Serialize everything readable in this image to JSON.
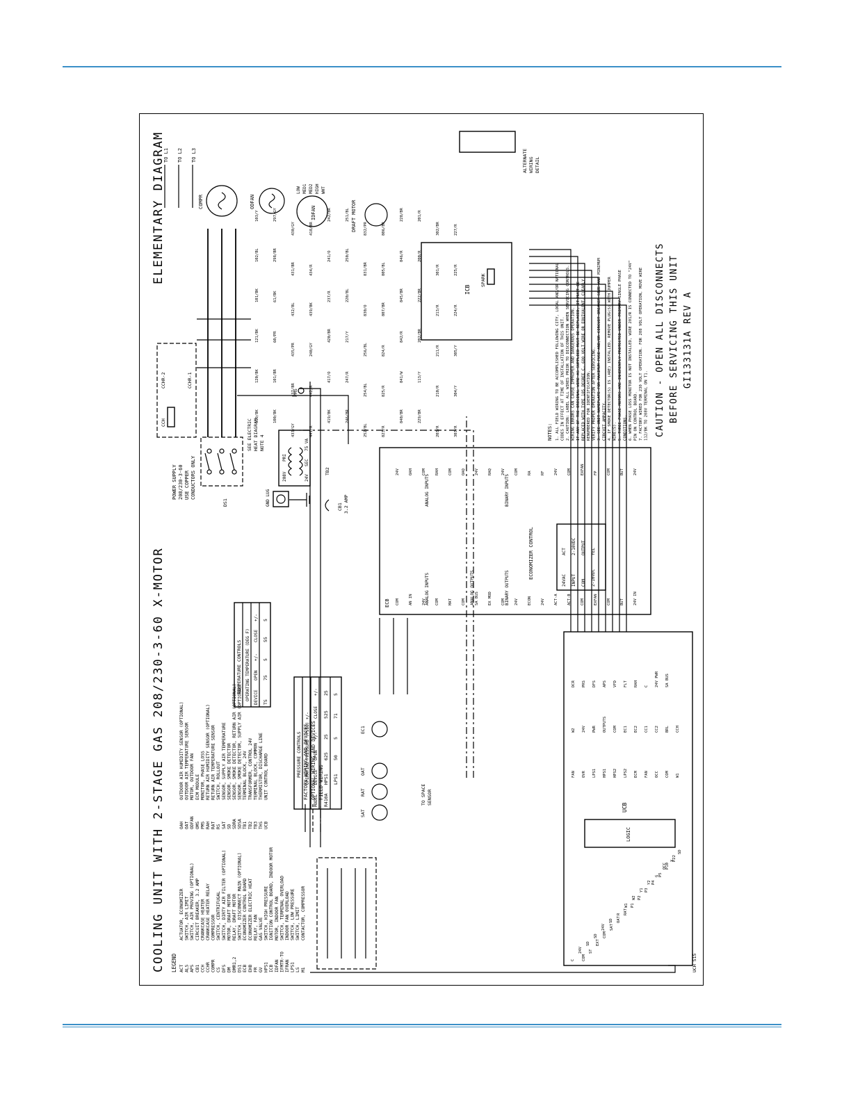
{
  "diagram": {
    "title": "COOLING UNIT WITH 2-STAGE GAS 208/230-3-60 X-MOTOR",
    "header": "ELEMENTARY DIAGRAM",
    "legend": {
      "heading": "LEGEND",
      "col1": [
        {
          "code": "ACT",
          "desc": "ACTUATOR, ECONOMIZER"
        },
        {
          "code": "ALS",
          "desc": "SWITCH, AIR LIMIT"
        },
        {
          "code": "APS",
          "desc": "SWITCH, AIR PROVING (OPTIONAL)"
        },
        {
          "code": "CB1",
          "desc": "CIRCUIT BREAKER, 3.2 AMP"
        },
        {
          "code": "CCH",
          "desc": "CRANKCASE HEATER"
        },
        {
          "code": "CCHR",
          "desc": "CRANKCASE HEATER RELAY"
        },
        {
          "code": "COMPR",
          "desc": "COMPRESSOR"
        },
        {
          "code": "CS",
          "desc": "SWITCH, CENTRIFUGAL"
        },
        {
          "code": "DFS",
          "desc": "SWITCH, DIRTY AIR FILTER (OPTIONAL)"
        },
        {
          "code": "DM",
          "desc": "MOTOR, DRAFT MOTOR"
        },
        {
          "code": "DMR1,2",
          "desc": "RELAY, DRAFT MOTOR"
        },
        {
          "code": "DS1",
          "desc": "SWITCH, DISCONNECT MAIN (OPTIONAL)"
        },
        {
          "code": "ECB",
          "desc": "ECONOMIZER CONTROL BOARD"
        },
        {
          "code": "EHB",
          "desc": "ECONOMIZER ELECTRIC HEAT"
        },
        {
          "code": "FR",
          "desc": "RELAY, FAN"
        },
        {
          "code": "GV",
          "desc": "GAS VALVE"
        },
        {
          "code": "HPS1",
          "desc": "SWITCH, HIGH PRESSURE"
        },
        {
          "code": "ICB",
          "desc": "IGNITION CONTROL BOARD, INDOOR MOTOR"
        },
        {
          "code": "IDFAN",
          "desc": "MOTOR, INDOOR FAN"
        },
        {
          "code": "IFMTR-TO",
          "desc": "SWITCH, TERMINAL OVERLOAD"
        },
        {
          "code": "IFRAN",
          "desc": "INDOOR FAN OVERLOAD"
        },
        {
          "code": "LPS1",
          "desc": "SWITCH, LOW PRESSURE"
        },
        {
          "code": "LS",
          "desc": "SWITCH, LIMIT"
        },
        {
          "code": "M1",
          "desc": "CONTACTOR, COMPRESSOR"
        }
      ],
      "col2": [
        {
          "code": "OAH",
          "desc": "OUTDOOR AIR HUMIDITY SENSOR (OPTIONAL)"
        },
        {
          "code": "OAT",
          "desc": "OUTDOOR AIR TEMPERATURE SENSOR"
        },
        {
          "code": "ODFAN",
          "desc": "MOTOR, OUTDOOR FAN"
        },
        {
          "code": "OMS",
          "desc": "ECM MODULE"
        },
        {
          "code": "PMS",
          "desc": "MONITOR, PHASE LOSS"
        },
        {
          "code": "RAH",
          "desc": "RETURN AIR HUMIDITY SENSOR (OPTIONAL)"
        },
        {
          "code": "RAT",
          "desc": "RETURN AIR TEMPERATURE SENSOR"
        },
        {
          "code": "RS",
          "desc": "SWITCH, ROLLOUT"
        },
        {
          "code": "SAT",
          "desc": "SENSOR, SUPPLY AIR TEMPERATURE"
        },
        {
          "code": "SD",
          "desc": "SENSOR, SMOKE DETECTOR"
        },
        {
          "code": "SDRA",
          "desc": "SENSOR, SMOKE DETECTOR, RETURN AIR (OPTIONAL)"
        },
        {
          "code": "SDSA",
          "desc": "SENSOR, SMOKE DETECTOR, SUPPLY AIR (OPTIONAL)"
        },
        {
          "code": "TB1",
          "desc": "TERMINAL BLOCK, 24V"
        },
        {
          "code": "TB2",
          "desc": "TRANSFORMER, CONTROL 24V"
        },
        {
          "code": "TB3",
          "desc": "TERMINAL BLOCK, COMMON"
        },
        {
          "code": "THS",
          "desc": "THERMISTOR, DISCHARGE LINE"
        },
        {
          "code": "UCB",
          "desc": "UNIT CONTROL BOARD"
        }
      ]
    },
    "field_wiring": {
      "line1": "FACTORY WIRING AND DEVICES",
      "line2": "OPTIONAL WIRING AND DEVICES",
      "line3": "FIELD WIRING"
    },
    "pressure_table": {
      "title": "PRESSURE CONTROLS",
      "subtitle": "OPERATING PRESSURE (PSIG) +/-",
      "headers": [
        "MODEL",
        "DEVICE",
        "OPEN",
        "+/-",
        "CLOSE",
        "+/-"
      ],
      "rows": [
        [
          "R410A",
          "HPS1",
          "625",
          "25",
          "525",
          "25"
        ],
        [
          "",
          "LPS1",
          "50",
          "5",
          "71",
          "5"
        ]
      ]
    },
    "temperature_table": {
      "title": "TEMPERATURE CONTROLS",
      "subtitle": "OPERATING TEMPERATURE (DEG F)",
      "headers": [
        "DEVICE",
        "OPEN",
        "+/-",
        "CLOSE",
        "+/-"
      ],
      "rows": [
        [
          "TS",
          "75",
          "5",
          "55",
          "5"
        ]
      ]
    },
    "power_supply": {
      "line1": "POWER SUPPLY",
      "line2": "208/230-3-60",
      "line3": "USE COPPER",
      "line4": "CONDUCTORS ONLY"
    },
    "see_electric": [
      "SEE ELECTRIC",
      "HEAT DIAGRAM",
      "NOTE 4"
    ],
    "to_labels": [
      "TO L1",
      "TO L2",
      "TO L3"
    ],
    "components": {
      "compr": "COMPR",
      "odfan": "ODFAN",
      "idfan": "IDFAN",
      "idfan_speeds": [
        "LOW",
        "MED1",
        "MED2",
        "HIGH",
        "WHT"
      ],
      "draft_motor": "DRAFT MOTOR",
      "icb": "ICB",
      "spark": "SPARK",
      "ucb": "UCB",
      "logic": "LOGIC",
      "cch": "CCH",
      "cchr1": "CCHR-1",
      "cchr2": "CCHR-2",
      "pms": "PMS",
      "tb2": "TB2",
      "tb1": "TB1",
      "gnd_lug": "GND LUG",
      "cb1": "CB1",
      "cb1_rating": "3.2 AMP",
      "transformer_primary": [
        "208V",
        "PRI"
      ],
      "transformer_secondary": [
        "24V",
        "SEC",
        "75 VA"
      ],
      "alternate_wiring": [
        "ALTERNATE",
        "WIRING",
        "DETAIL"
      ],
      "to_space_sensor": [
        "TO SPACE",
        "SENSOR"
      ],
      "ec1": "EC1",
      "oat": "OAT",
      "rat": "RAT",
      "sat": "SAT",
      "uch_s15": "UCH S15"
    },
    "wire_labels": [
      "119/BK",
      "120/BK",
      "121/BK",
      "101/BK",
      "102/BL",
      "103/Y",
      "100/BK",
      "101/BR",
      "60/PR",
      "61/BK",
      "298/BR",
      "297/GY",
      "433/GY",
      "437/BR",
      "435/PR",
      "432/BL",
      "431/BR",
      "430/GY",
      "441/R",
      "442/R",
      "240/GY",
      "439/BK",
      "434/R",
      "418/BR",
      "419/BK",
      "417/O",
      "420/BR",
      "237/R",
      "241/O",
      "242/BR",
      "246/BR",
      "247/R",
      "217/Y",
      "220/BL",
      "250/BL",
      "251/BL",
      "252/BL",
      "254/BL",
      "256/BL",
      "830/O",
      "831/BR",
      "832/PR",
      "823/R",
      "825/R",
      "824/R",
      "807/BR",
      "805/BL",
      "806/BR",
      "840/BR",
      "841/W",
      "842/R",
      "845/BR",
      "846/R",
      "228/BR",
      "229/BR",
      "113/Y",
      "202/BR",
      "222/BR",
      "200/R",
      "201/R",
      "203/R",
      "210/R",
      "211/R",
      "213/R",
      "301/R",
      "302/BR",
      "303/R",
      "304/Y",
      "305/Y",
      "224/R",
      "225/R",
      "227/R"
    ],
    "ecb": {
      "label": "ECB",
      "title": "ECONOMIZER CONTROL",
      "analog_inputs_top": "ANALOG INPUTS",
      "analog_outputs": "ANALOG OUTPUTS",
      "binary_outputs": "BINARY OUTPUTS",
      "analog_inputs_bottom": "ANALOG INPUTS",
      "binary_inputs": "BINARY INPUTS",
      "top_terminals": [
        "COM",
        "AN IN",
        "24V",
        "COM",
        "MAT",
        "COM",
        "SA BUS",
        "EX MOD",
        "COM",
        "24V",
        "ECON",
        "24V",
        "ACT-A",
        "ACT-B",
        "COM",
        "EXFAN",
        "COM",
        "BUT",
        "24V IN"
      ],
      "bottom_terminals": [
        "24V",
        "OAH",
        "COM",
        "RAH",
        "COM",
        "OAQ",
        "24V",
        "RAQ",
        "24V",
        "COM",
        "RA",
        "RF",
        "24V",
        "COM",
        "EXFAN",
        "FP",
        "COM",
        "BUT",
        "24V"
      ]
    },
    "actuator": [
      "24VAC",
      "ACT",
      "INPUT",
      "2-10VDC",
      "COM",
      "OUTPUT",
      "2-10VDC",
      "YEL"
    ],
    "ucb_terminals": [
      "C",
      "24V",
      "SD",
      "SD",
      "24V",
      "SD",
      "R",
      "W1",
      "W2",
      "Y1",
      "Y2",
      "G",
      "OCC",
      "X",
      "SD",
      "COM",
      "ST",
      "EXT",
      "COM",
      "SAT",
      "OAT",
      "RAT",
      "P1",
      "P2",
      "P3",
      "P4",
      "P5",
      "P10",
      "P22"
    ],
    "ucb_pin_labels": [
      "FAN",
      "OVR",
      "LPS1",
      "HPS1",
      "HPS2",
      "LPS2",
      "ECM",
      "FAN",
      "OCC",
      "COM",
      "W1",
      "W2",
      "24V",
      "PWR",
      "OUTPUTS",
      "COM",
      "EC1",
      "EC2",
      "CC1",
      "CC2",
      "BRL",
      "CCH",
      "DCR",
      "PRS",
      "DFS",
      "APS",
      "VFD",
      "FLT",
      "RAH",
      "C",
      "24V PWR",
      "SA BUS"
    ],
    "notes": {
      "heading": "NOTES:",
      "items": [
        "1. ALL FIELD WIRING TO BE ACCOMPLISHED FOLLOWING CITY, LOCAL AND/OR NATIONAL CODES IN EFFECT AT TIME OF INSTALLATION OF THIS UNIT.",
        "2. CAUTION: LABEL ALL WIRES PRIOR TO DISCONNECTION WHEN SERVICING CONTROLS. WIRING ERRORS CAN CAUSE IMPROPER AND DANGEROUS OPERATION.",
        "   IF ANY OF THE ORIGINAL WIRE AS SUPPLIED MUST BE REPLACED, IT MUST BE REPLACED WITH TYPE 105 DEGREE C, 600 VOLT WIRE OR EQUIVALENT, CLEARLY RENUMBERED FOR IDENTIFICATION.",
        "   VERIFY PROPER OPERATION AFTER SERVICING.",
        "3. SEE UNIT NAMEPLATE FOR MAXIMUM FUSE AND/OR CIRCUIT BREAKER SIZE AND MINIMUM CIRCUIT AMPACITY.",
        "4. IF SMOKE DETECTOR(S) IS (ARE) INSTALLED, REMOVE PLUG(S) WITH JUMPER WIRE(S).",
        "5. THREE PHASE MOTORS ARE INHERENTLY PROTECTED UNDER PRIMARY SINGLE PHASE CONDITIONS.",
        "6. WHEN PHASE LOSS MONITOR IS NOT INSTALLED, WIRE 201/R IS CONNECTED TO \"24V\" PIN ON CONTROL BOARD.",
        "7. FACTORY WIRED FOR 230 VOLT OPERATION. FOR 208 VOLT OPERATION, MOVE WIRE 112/BK TO 208V TERMINAL ON T1."
      ]
    },
    "caution": {
      "line1": "CAUTION - OPEN ALL DISCONNECTS",
      "line2": "BEFORE SERVICING THIS UNIT",
      "line3": "GI133131A  REV A"
    }
  }
}
